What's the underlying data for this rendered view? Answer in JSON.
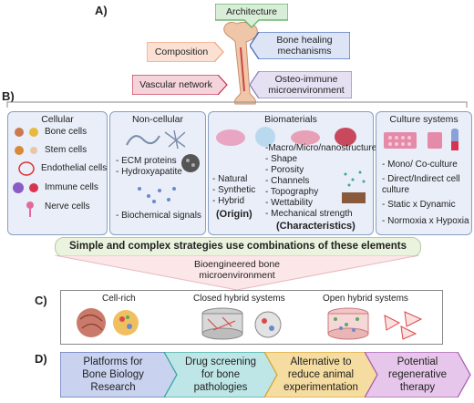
{
  "sectionA": {
    "label": "A)",
    "tags": {
      "architecture": "Architecture",
      "composition": "Composition",
      "bone_healing": "Bone healing mechanisms",
      "vascular": "Vascular network",
      "osteo_immune": "Osteo-immune microenvironment"
    },
    "colors": {
      "architecture": "#5aaa5c",
      "composition": "#f2a07a",
      "bone_healing": "#3f66b8",
      "vascular": "#c0334d",
      "osteo_immune": "#8a7bb8"
    }
  },
  "sectionB": {
    "label": "B)",
    "panels": {
      "cellular": {
        "title": "Cellular",
        "items": [
          "Bone cells",
          "Stem cells",
          "Endothelial  cells",
          "Immune cells",
          "Nerve  cells"
        ]
      },
      "noncellular": {
        "title": "Non-cellular",
        "items": [
          "- ECM proteins",
          "- Hydroxyapatite",
          "- Biochemical signals"
        ]
      },
      "biomaterials": {
        "title": "Biomaterials",
        "origin": [
          "- Natural",
          "- Synthetic",
          "- Hybrid"
        ],
        "origin_label": "(Origin)",
        "characteristics": [
          "-Macro/Micro/nanostructure",
          "- Shape",
          "- Porosity",
          "- Channels",
          "- Topography",
          "- Wettability",
          "- Mechanical strength"
        ],
        "characteristics_label": "(Characteristics)"
      },
      "culture": {
        "title": "Culture systems",
        "items": [
          "- Mono/ Co-culture",
          "- Direct/Indirect cell",
          "  culture",
          "- Static x Dynamic",
          "- Normoxia x Hypoxia"
        ]
      }
    },
    "banner": "Simple and complex strategies use combinations of these elements",
    "funnel_text_1": "Bioengineered bone",
    "funnel_text_2": "microenvironment"
  },
  "sectionC": {
    "label": "C)",
    "items": [
      "Cell-rich",
      "Closed hybrid systems",
      "Open hybrid systems"
    ]
  },
  "sectionD": {
    "label": "D)",
    "chevrons": [
      {
        "line1": "Platforms for",
        "line2": "Bone Biology",
        "line3": "Research",
        "color": "#c9d3f0"
      },
      {
        "line1": "Drug screening",
        "line2": "for bone",
        "line3": "pathologies",
        "color": "#bfe6e6"
      },
      {
        "line1": "Alternative to",
        "line2": "reduce animal",
        "line3": "experimentation",
        "color": "#f5dca0"
      },
      {
        "line1": "Potential",
        "line2": "regenerative",
        "line3": "therapy",
        "color": "#e6c6ea"
      }
    ]
  }
}
